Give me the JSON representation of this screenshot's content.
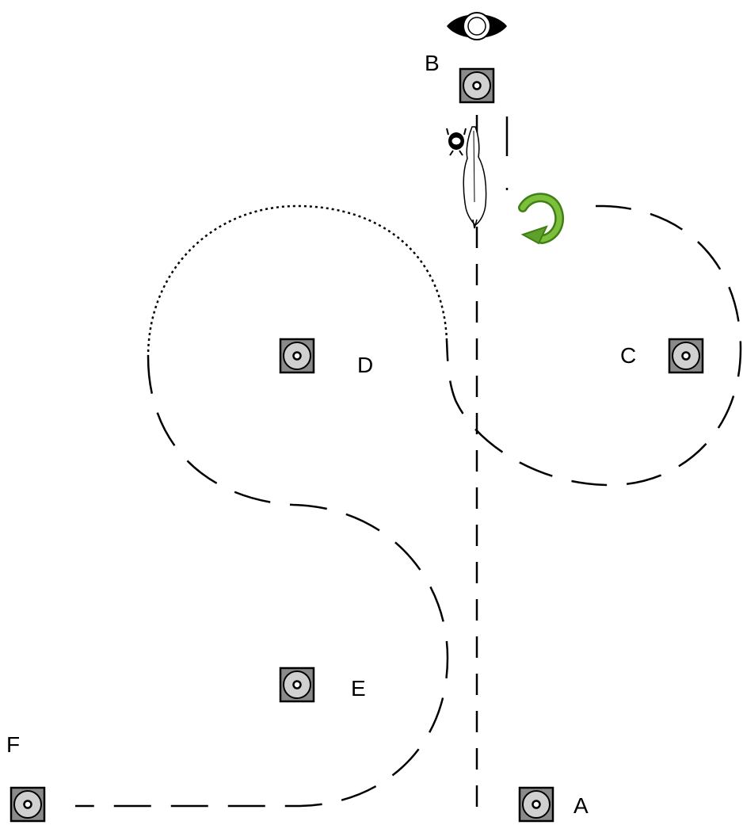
{
  "markers": [
    {
      "id": "A",
      "label": "A"
    },
    {
      "id": "B",
      "label": "B"
    },
    {
      "id": "C",
      "label": "C"
    },
    {
      "id": "D",
      "label": "D"
    },
    {
      "id": "E",
      "label": "E"
    },
    {
      "id": "F",
      "label": "F"
    }
  ],
  "icons": {
    "eye": "eye-icon",
    "rider": "horse-and-rider-icon",
    "turn_arrow": "turn-arrow-icon",
    "marker": "arena-marker-icon"
  },
  "colors": {
    "line": "#000000",
    "marker_fill": "#8a8a8a",
    "marker_inner": "#d0d0d0",
    "arrow": "#5ea02a"
  }
}
